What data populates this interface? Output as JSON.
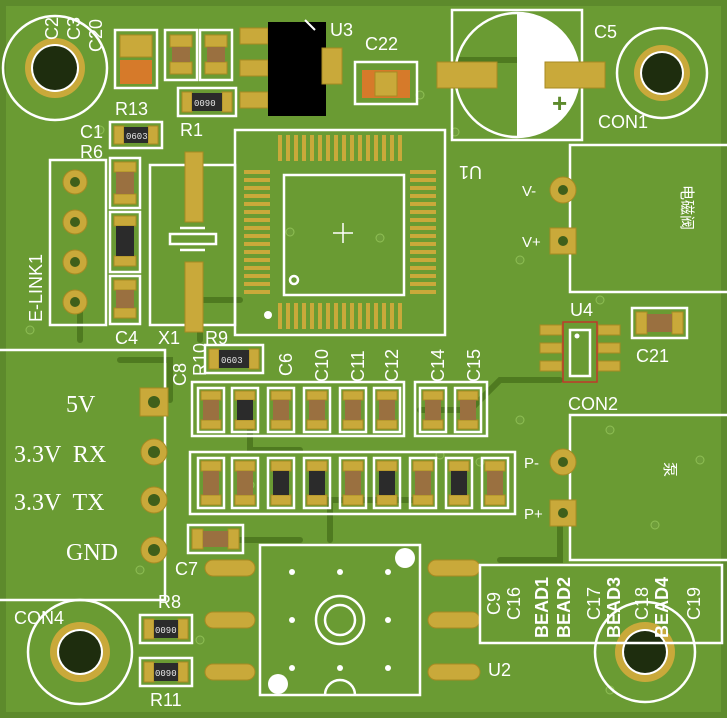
{
  "labels": {
    "c2": "C2",
    "c3": "C3",
    "c20": "C20",
    "u3": "U3",
    "c22": "C22",
    "c5": "C5",
    "r13": "R13",
    "r1": "R1",
    "con1": "CON1",
    "c1": "C1",
    "r6": "R6",
    "u1": "U1",
    "vminus": "V-",
    "vplus": "V+",
    "elink": "E-LINK1",
    "valve": "电磁阀",
    "c4": "C4",
    "x1": "X1",
    "r9": "R9",
    "u4": "U4",
    "c21": "C21",
    "c8": "C8",
    "r10": "R10",
    "c6": "C6",
    "c10": "C10",
    "c11": "C11",
    "c12": "C12",
    "c14": "C14",
    "c15": "C15",
    "v5": "5V",
    "con2": "CON2",
    "rx": "3.3V  RX",
    "tx": "3.3V  TX",
    "gnd": "GND",
    "pminus": "P-",
    "pplus": "P+",
    "pump": "泵",
    "c7": "C7",
    "con4": "CON4",
    "r8": "R8",
    "r11": "R11",
    "u2": "U2",
    "c9": "C9",
    "c16": "C16",
    "bead1": "BEAD1",
    "bead2": "BEAD2",
    "c17": "C17",
    "bead3": "BEAD3",
    "c18": "C18",
    "bead4": "BEAD4",
    "c19": "C19"
  },
  "res_marking": "0603",
  "res_marking_alt": "0090",
  "colors": {
    "board": "#5d8a2c",
    "silk": "#ffffff",
    "pad": "#c9a93a",
    "body": "#9a7040",
    "ic": "#000000"
  }
}
